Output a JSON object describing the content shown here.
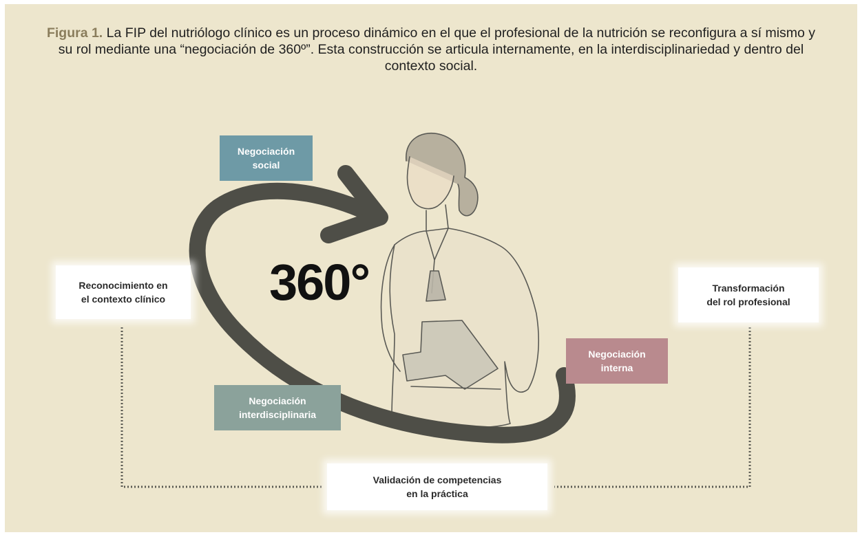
{
  "caption": {
    "label": "Figura 1.",
    "text": " La FIP del nutriólogo clínico es un proceso dinámico en el que el profesional de la nutrición se reconfigura a sí mismo y su rol mediante una “negociación de 360º”. Esta construcción se articula internamente, en la interdisciplinariedad y dentro del contexto social."
  },
  "diagram": {
    "center_label": "360°",
    "boxes": {
      "negociacion_social": "Negociación\nsocial",
      "negociacion_interna": "Negociación\ninterna",
      "negociacion_interdisciplinaria": "Negociación\ninterdisciplinaria",
      "reconocimiento": "Reconocimiento en\nel contexto clínico",
      "transformacion": "Transformación\ndel rol profesional",
      "validacion": "Validación de competencias\nen la práctica"
    },
    "colors": {
      "background": "#ede6cd",
      "social": "#6e9aa6",
      "interna": "#b98a8e",
      "interdisciplinaria": "#8ba29b",
      "arrow": "#4e4e47",
      "caption_label": "#8a7d5c"
    },
    "illustration": "nurse-figure-with-clipboard"
  }
}
